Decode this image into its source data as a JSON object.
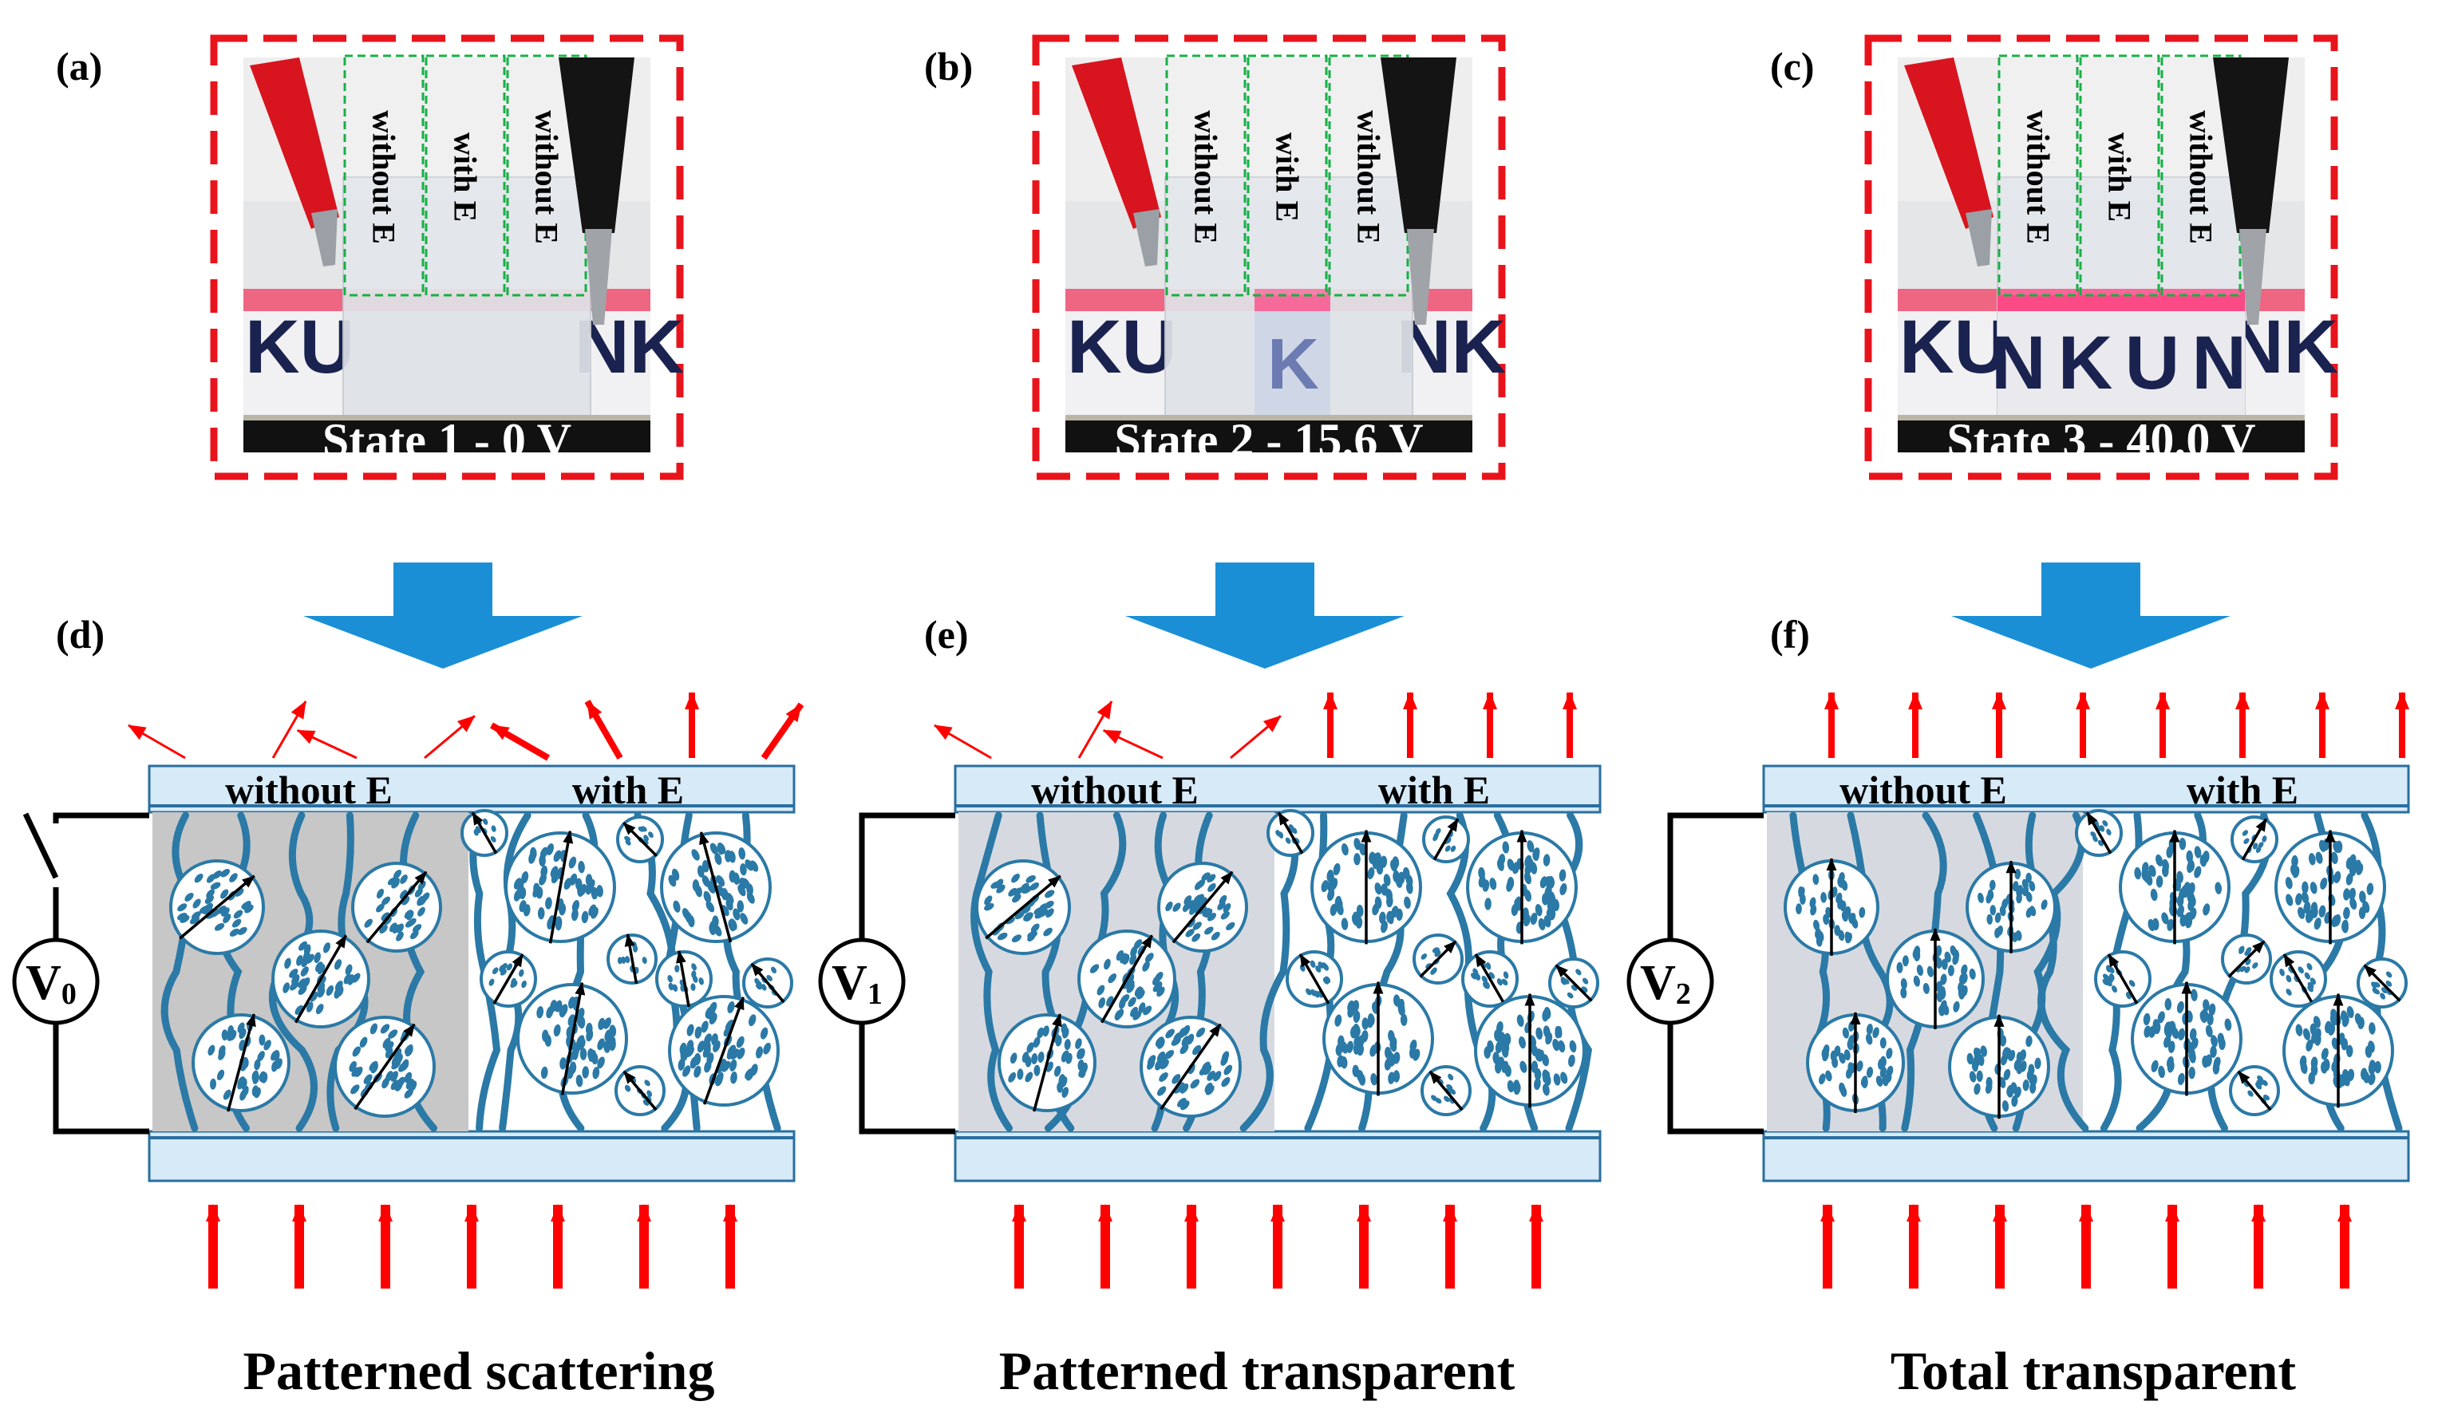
{
  "panels_top": [
    {
      "letter": "(a)",
      "labels": [
        "without E",
        "with E",
        "without E"
      ],
      "state": "State 1 - 0 V",
      "pattern": "none"
    },
    {
      "letter": "(b)",
      "labels": [
        "without E",
        "with E",
        "without E"
      ],
      "state": "State 2 - 15.6 V",
      "pattern": "K"
    },
    {
      "letter": "(c)",
      "labels": [
        "without E",
        "with E",
        "without E"
      ],
      "state": "State 3 - 40.0 V",
      "pattern": "KUNKUN"
    }
  ],
  "backdrop_letters": [
    "KU",
    "NK",
    "KUN",
    "NKU",
    "NKU"
  ],
  "panels_bottom": [
    {
      "letter": "(d)",
      "left_label": "without E",
      "right_label": "with E",
      "voltage": "V",
      "subscript": "0",
      "caption": "Patterned scattering"
    },
    {
      "letter": "(e)",
      "left_label": "without E",
      "right_label": "with E",
      "voltage": "V",
      "subscript": "1",
      "caption": "Patterned transparent"
    },
    {
      "letter": "(f)",
      "left_label": "without E",
      "right_label": "with E",
      "voltage": "V",
      "subscript": "2",
      "caption": "Total transparent"
    }
  ],
  "colors": {
    "dash_border": "#e8141c",
    "down_arrow": "#1b8fd6",
    "light_arrow": "#ff0000",
    "glass": "#d7eaf8",
    "glass_stroke": "#2a6f9e",
    "polymer": "#2b79a6",
    "droplet_fill": "#ffffff",
    "lc_molecule": "#2b79a6",
    "wire": "#000000",
    "shade_off": "#c7c7c7",
    "shade_on": "#d6dae0",
    "pattern_pink": "#ff3a7d",
    "green_box": "#17b046"
  }
}
